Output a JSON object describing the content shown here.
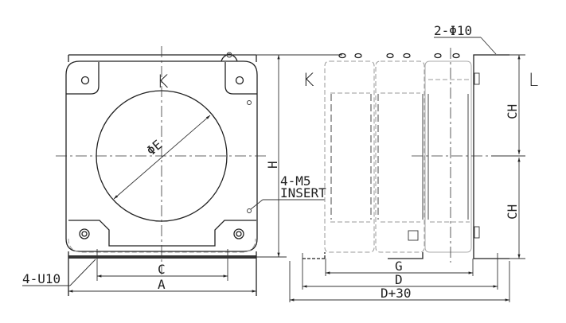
{
  "title": "Current transformer outline drawing",
  "front_view": {
    "terminal_mark": "K",
    "diameter_label": "ΦE",
    "dim_c": "C",
    "dim_a": "A",
    "dim_h": "H",
    "mount_slot": "4-U10",
    "insert_line1": "4-M5",
    "insert_line2": "INSERT"
  },
  "side_view": {
    "terminal_k": "K",
    "terminal_l": "L",
    "hole_spec": "2-Φ10",
    "dim_ch_upper": "CH",
    "dim_ch_lower": "CH",
    "dim_g": "G",
    "dim_d": "D",
    "dim_d30": "D+30"
  }
}
